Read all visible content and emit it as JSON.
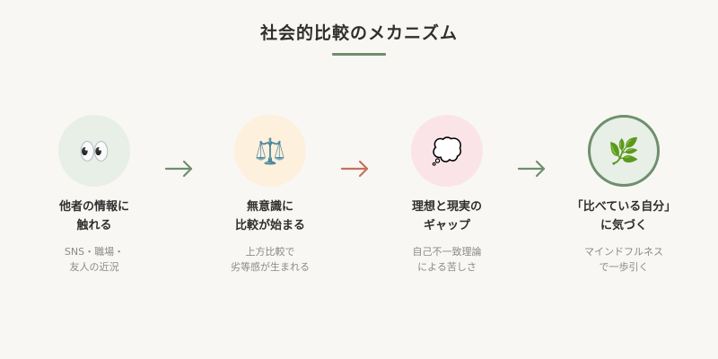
{
  "title": "社会的比較のメカニズム",
  "colors": {
    "background": "#f9f7f3",
    "accent_green": "#6e8f6e",
    "accent_orange": "#c4725b",
    "title_text": "#2f2f2f",
    "desc_text": "#8a8a8a"
  },
  "steps": [
    {
      "icon": "👀",
      "icon_name": "eyes-icon",
      "circle_color": "#e7efe6",
      "title": "他者の情報に\n触れる",
      "desc": "SNS・職場・\n友人の近況"
    },
    {
      "icon": "⚖️",
      "icon_name": "balance-scale-icon",
      "circle_color": "#fdf0dd",
      "title": "無意識に\n比較が始まる",
      "desc": "上方比較で\n劣等感が生まれる"
    },
    {
      "icon": "💭",
      "icon_name": "thought-bubble-icon",
      "circle_color": "#fbe4e8",
      "title": "理想と現実の\nギャップ",
      "desc": "自己不一致理論\nによる苦しさ"
    },
    {
      "icon": "🌿",
      "icon_name": "herb-icon",
      "circle_color": "#e7efe6",
      "circle_border": "#6e8f6e",
      "title": "「比べている自分」\nに気づく",
      "desc": "マインドフルネス\nで一歩引く"
    }
  ],
  "arrows": [
    {
      "color": "#6e8f6e",
      "icon_name": "arrow-right-icon"
    },
    {
      "color": "#c4725b",
      "icon_name": "arrow-right-icon"
    },
    {
      "color": "#6e8f6e",
      "icon_name": "arrow-right-icon"
    }
  ]
}
